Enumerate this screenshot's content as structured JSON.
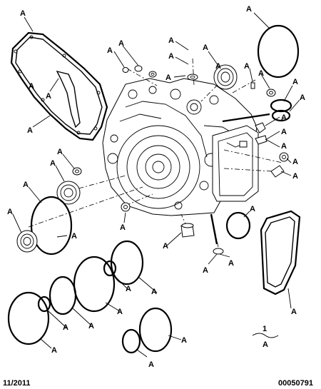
{
  "diagram": {
    "callout_letter": "A",
    "callout_count": 40,
    "legend_quantity": "1",
    "legend_letter": "A"
  },
  "footer": {
    "date": "11/2011",
    "reference": "00050791"
  }
}
